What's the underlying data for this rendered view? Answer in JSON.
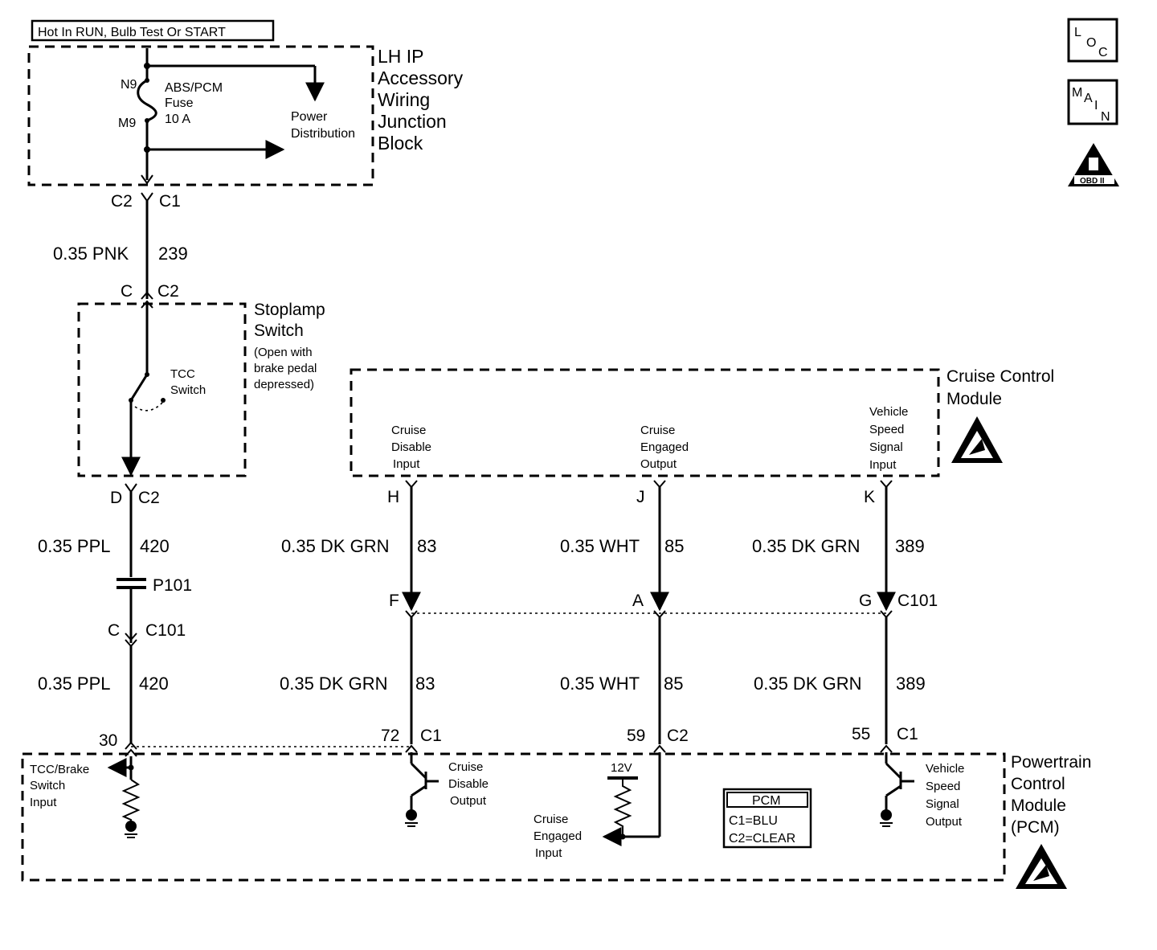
{
  "header": {
    "power_label": "Hot In RUN, Bulb Test Or START"
  },
  "icons": {
    "loc": [
      "L",
      "O",
      "C"
    ],
    "main": [
      "M",
      "A",
      "I",
      "N"
    ],
    "obd_label": "OBD II"
  },
  "junction_block": {
    "name": [
      "LH IP",
      "Accessory",
      "Wiring",
      "Junction",
      "Block"
    ],
    "fuse_in_pin": "N9",
    "fuse_out_pin": "M9",
    "fuse": [
      "ABS/PCM",
      "Fuse",
      "10 A"
    ],
    "power_distribution": [
      "Power",
      "Distribution"
    ]
  },
  "conn_top": {
    "left": "C2",
    "right": "C1"
  },
  "wire_pnk": {
    "gauge_color": "0.35 PNK",
    "circuit": "239"
  },
  "conn_stoplamp_in": {
    "left": "C",
    "right": "C2"
  },
  "stoplamp_switch": {
    "name": [
      "Stoplamp",
      "Switch"
    ],
    "note": [
      "(Open with",
      "brake pedal",
      "depressed)"
    ],
    "tcc": [
      "TCC",
      "Switch"
    ]
  },
  "conn_stoplamp_out": {
    "left": "D",
    "right": "C2"
  },
  "wire_ppl_upper": {
    "gauge_color": "0.35 PPL",
    "circuit": "420"
  },
  "splice": "P101",
  "conn_c101_ppl": {
    "left": "C",
    "right": "C101"
  },
  "wire_ppl_lower": {
    "gauge_color": "0.35 PPL",
    "circuit": "420"
  },
  "cruise_module": {
    "name": [
      "Cruise Control",
      "Module"
    ],
    "disable_input": [
      "Cruise",
      "Disable",
      "Input"
    ],
    "engaged_output": [
      "Cruise",
      "Engaged",
      "Output"
    ],
    "vss_input": [
      "Vehicle",
      "Speed",
      "Signal",
      "Input"
    ]
  },
  "cruise_pins": {
    "h": "H",
    "j": "J",
    "k": "K"
  },
  "wires_upper": [
    {
      "gauge_color": "0.35 DK GRN",
      "circuit": "83"
    },
    {
      "gauge_color": "0.35 WHT",
      "circuit": "85"
    },
    {
      "gauge_color": "0.35 DK GRN",
      "circuit": "389"
    }
  ],
  "c101_pins": {
    "f": "F",
    "a": "A",
    "g": "G",
    "label": "C101"
  },
  "wires_lower": [
    {
      "gauge_color": "0.35 DK GRN",
      "circuit": "83"
    },
    {
      "gauge_color": "0.35 WHT",
      "circuit": "85"
    },
    {
      "gauge_color": "0.35 DK GRN",
      "circuit": "389"
    }
  ],
  "pcm_pins": [
    {
      "pin": "30",
      "conn": ""
    },
    {
      "pin": "72",
      "conn": "C1"
    },
    {
      "pin": "59",
      "conn": "C2"
    },
    {
      "pin": "55",
      "conn": "C1"
    }
  ],
  "pcm": {
    "name": [
      "Powertrain",
      "Control",
      "Module",
      "(PCM)"
    ],
    "tcc_input": [
      "TCC/Brake",
      "Switch",
      "Input"
    ],
    "cruise_disable_output": [
      "Cruise",
      "Disable",
      "Output"
    ],
    "supply": "12V",
    "cruise_engaged_input": [
      "Cruise",
      "Engaged",
      "Input"
    ],
    "vss_output": [
      "Vehicle",
      "Speed",
      "Signal",
      "Output"
    ],
    "legend_title": "PCM",
    "legend": [
      "C1=BLU",
      "C2=CLEAR"
    ]
  }
}
